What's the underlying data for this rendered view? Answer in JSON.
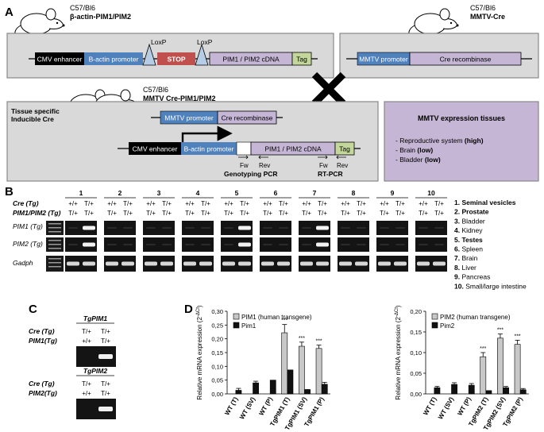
{
  "panel_a": {
    "label": "A",
    "mouse1": {
      "strain": "C57/Bl6",
      "name": "β-actin-PIM1/PIM2"
    },
    "mouse2": {
      "strain": "C57/Bl6",
      "name": "MMTV-Cre"
    },
    "mouse3": {
      "strain": "C57/Bl6",
      "name": "MMTV Cre-PIM1/PIM2"
    },
    "construct1": {
      "cmv": "CMV enhancer",
      "bactin": "B-actin promoter",
      "loxp1": "LoxP",
      "loxp2": "LoxP",
      "stop": "STOP",
      "cdna": "PIM1 / PIM2 cDNA",
      "tag": "Tag"
    },
    "construct2": {
      "mmtv": "MMTV promoter",
      "cre": "Cre recombinase"
    },
    "box3_title_1": "Tissue specific",
    "box3_title_2": "Inducible Cre",
    "construct3a": {
      "mmtv": "MMTV promoter",
      "cre": "Cre recombinase"
    },
    "construct3b": {
      "cmv": "CMV enhancer",
      "bactin": "B-actin promoter",
      "cdna": "PIM1 / PIM2 cDNA",
      "tag": "Tag"
    },
    "primers": {
      "fw1": "Fw",
      "rev1": "Rev",
      "fw2": "Fw",
      "rev2": "Rev",
      "geno": "Genotyping PCR",
      "rt": "RT-PCR"
    },
    "expression_box": {
      "title": "MMTV expression tissues",
      "items": [
        {
          "text": "- Reproductive system ",
          "bold": "(high)"
        },
        {
          "text": "- Brain ",
          "bold": "(low)"
        },
        {
          "text": "- Bladder ",
          "bold": "(low)"
        }
      ]
    }
  },
  "panel_b": {
    "label": "B",
    "row_cre": "Cre (Tg)",
    "row_pim": "PIM1/PIM2 (Tg)",
    "groups": [
      "1",
      "2",
      "3",
      "4",
      "5",
      "6",
      "7",
      "8",
      "9",
      "10"
    ],
    "geno_top": [
      "+/+",
      "T/+"
    ],
    "geno_bottom": [
      "T/+",
      "T/+"
    ],
    "gel_rows": [
      "PIM1 (Tg)",
      "PIM2 (Tg)",
      "Gadph"
    ],
    "pim1_bands": [
      [
        0,
        1
      ],
      [
        0,
        0
      ],
      [
        0,
        0
      ],
      [
        0,
        0
      ],
      [
        0,
        1
      ],
      [
        0,
        0
      ],
      [
        0,
        1
      ],
      [
        0,
        0
      ],
      [
        0,
        0
      ],
      [
        0,
        0
      ]
    ],
    "pim2_bands": [
      [
        0,
        1
      ],
      [
        0,
        0
      ],
      [
        0,
        0
      ],
      [
        0,
        0
      ],
      [
        0,
        1
      ],
      [
        0,
        0
      ],
      [
        0,
        1
      ],
      [
        0,
        0
      ],
      [
        0,
        0
      ],
      [
        0,
        0
      ]
    ],
    "tissues": [
      {
        "num": "1.",
        "name": "Seminal vesicles",
        "bold": true
      },
      {
        "num": "2.",
        "name": "Prostate",
        "bold": true
      },
      {
        "num": "3.",
        "name": "Bladder",
        "bold": false
      },
      {
        "num": "4.",
        "name": "Kidney",
        "bold": false
      },
      {
        "num": "5.",
        "name": "Testes",
        "bold": true
      },
      {
        "num": "6.",
        "name": "Spleen",
        "bold": false
      },
      {
        "num": "7.",
        "name": "Brain",
        "bold": false
      },
      {
        "num": "8.",
        "name": "Liver",
        "bold": false
      },
      {
        "num": "9.",
        "name": "Pancreas",
        "bold": false
      },
      {
        "num": "10.",
        "name": "Small/large intestine",
        "bold": false
      }
    ]
  },
  "panel_c": {
    "label": "C",
    "blocks": [
      {
        "title": "TgPIM1",
        "row1_label": "Cre (Tg)",
        "row2_label": "PIM1(Tg)",
        "row1": [
          "T/+",
          "T/+"
        ],
        "row2": [
          "+/+",
          "T/+"
        ]
      },
      {
        "title": "TgPIM2",
        "row1_label": "Cre (Tg)",
        "row2_label": "PIM2(Tg)",
        "row1": [
          "T/+",
          "T/+"
        ],
        "row2": [
          "+/+",
          "T/+"
        ]
      }
    ]
  },
  "panel_d": {
    "label": "D"
  },
  "chart_data": [
    {
      "type": "bar",
      "ylabel": "Relative mRNA expression (2^-ΔCt)",
      "ylabel_main": "Relative mRNA expression (2",
      "ylabel_sup": "-ΔCt",
      "ylabel_end": ")",
      "ylim": [
        0,
        0.3
      ],
      "yticks": [
        "0,00",
        "0,05",
        "0,10",
        "0,15",
        "0,20",
        "0,25",
        "0,30"
      ],
      "categories": [
        "WT (T)",
        "WT (SV)",
        "WT (P)",
        "TgPIM1 (T)",
        "TgPIM1 (SV)",
        "TgPIM1 (P)"
      ],
      "series": [
        {
          "name": "PIM1 (human transgene)",
          "color": "#c8c8c8",
          "values": [
            0,
            0,
            0,
            0.222,
            0.173,
            0.165
          ],
          "errors": [
            0,
            0,
            0,
            0.03,
            0.015,
            0.012
          ]
        },
        {
          "name": "Pim1",
          "color": "#111111",
          "values": [
            0.013,
            0.04,
            0.05,
            0.087,
            0.016,
            0.035
          ],
          "errors": [
            0.007,
            0.006,
            0,
            0,
            0,
            0.007
          ]
        }
      ],
      "annotations": [
        "***",
        "***",
        "***"
      ],
      "legend": "top-left"
    },
    {
      "type": "bar",
      "ylabel": "Relative mRNA expression (2^-ΔCt)",
      "ylabel_main": "Relative mRNA expression (2",
      "ylabel_sup": "-ΔCt",
      "ylabel_end": ")",
      "ylim": [
        0,
        0.2
      ],
      "yticks": [
        "0,00",
        "0,05",
        "0,10",
        "0,15",
        "0,20"
      ],
      "categories": [
        "WT (T)",
        "WT (SV)",
        "WT (P)",
        "TgPIM2 (T)",
        "TgPIM2 (SV)",
        "TgPIM2 (P)"
      ],
      "series": [
        {
          "name": "PIM2 (human transgene)",
          "color": "#c8c8c8",
          "values": [
            0,
            0,
            0,
            0.09,
            0.135,
            0.12
          ],
          "errors": [
            0,
            0,
            0,
            0.01,
            0.01,
            0.01
          ]
        },
        {
          "name": "Pim2",
          "color": "#111111",
          "values": [
            0.015,
            0.023,
            0.021,
            0.008,
            0.015,
            0.01
          ],
          "errors": [
            0.003,
            0.004,
            0.004,
            0,
            0.003,
            0.003
          ]
        }
      ],
      "annotations": [
        "***",
        "***",
        "***"
      ],
      "legend": "top-left"
    }
  ]
}
